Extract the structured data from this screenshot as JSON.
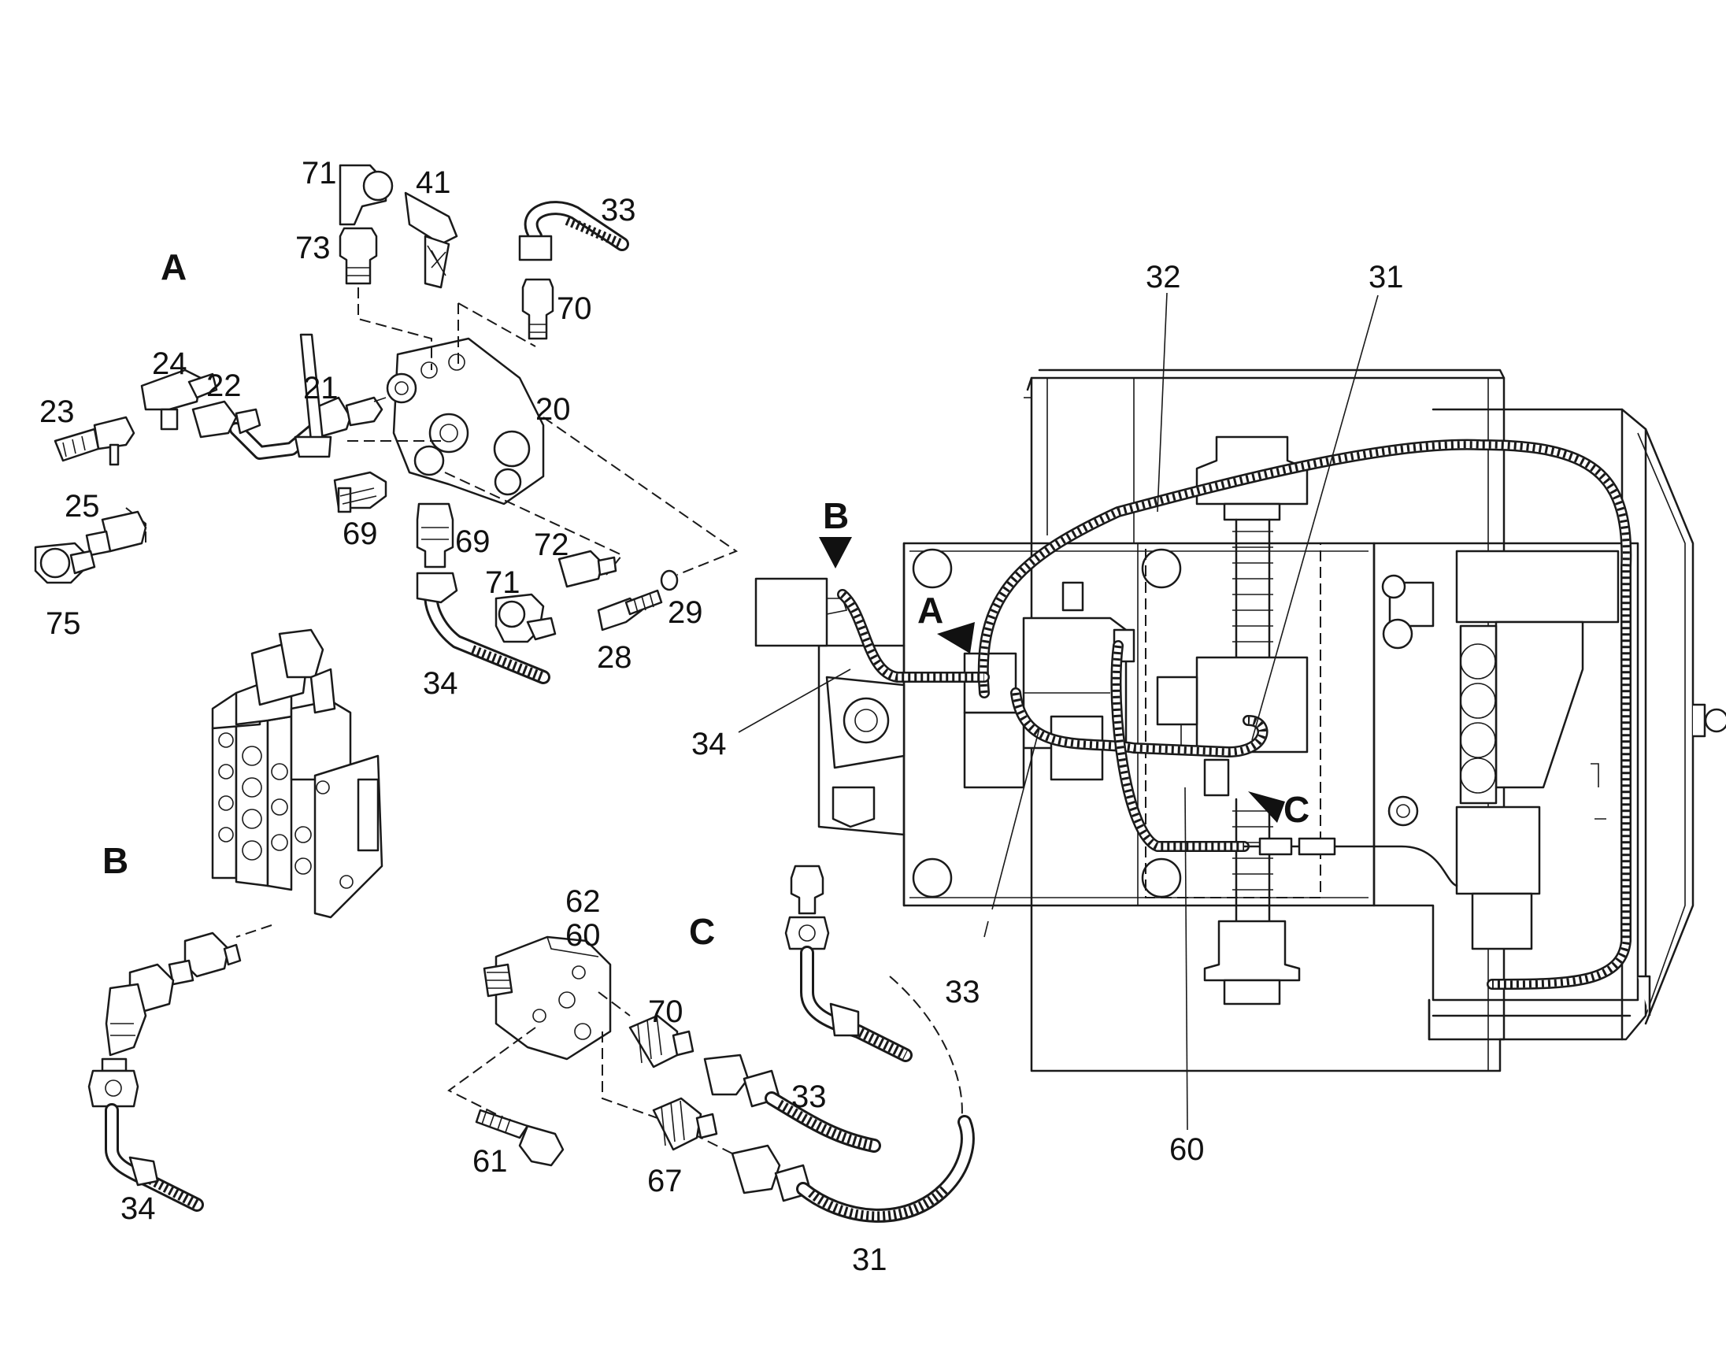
{
  "sections": {
    "A": "A",
    "B": "B",
    "C": "C"
  },
  "main_view": {
    "arrow_A": "A",
    "arrow_B": "B",
    "arrow_C": "C",
    "callouts": [
      "32",
      "31",
      "34",
      "33",
      "60"
    ]
  },
  "detail_A": {
    "callouts": [
      "71",
      "41",
      "33",
      "73",
      "70",
      "24",
      "22",
      "21",
      "23",
      "20",
      "25",
      "69",
      "69",
      "72",
      "71",
      "29",
      "28",
      "75",
      "34"
    ]
  },
  "detail_B": {
    "callouts": [
      "34"
    ]
  },
  "detail_C": {
    "callouts": [
      "62",
      "60",
      "70",
      "33",
      "61",
      "67",
      "31"
    ]
  }
}
